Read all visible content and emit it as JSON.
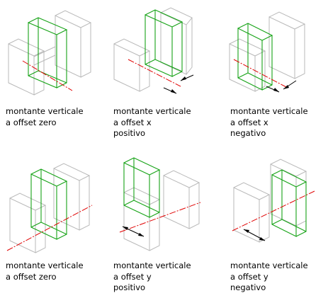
{
  "panels": [
    {
      "id": "top-left",
      "lines": [
        "montante verticale",
        "a offset zero"
      ]
    },
    {
      "id": "top-middle",
      "lines": [
        "montante verticale",
        "a offset x",
        "positivo"
      ]
    },
    {
      "id": "top-right",
      "lines": [
        "montante verticale",
        "a offset x",
        "negativo"
      ]
    },
    {
      "id": "bottom-left",
      "lines": [
        "montante verticale",
        "a offset zero"
      ]
    },
    {
      "id": "bottom-middle",
      "lines": [
        "montante verticale",
        "a offset y",
        "positivo"
      ]
    },
    {
      "id": "bottom-right",
      "lines": [
        "montante verticale",
        "a offset y",
        "negativo"
      ]
    }
  ],
  "colors": {
    "mullion": "#17a317",
    "panel_outline": "#b9b9b9",
    "center_line": "#e00000",
    "dimension": "#000000"
  }
}
